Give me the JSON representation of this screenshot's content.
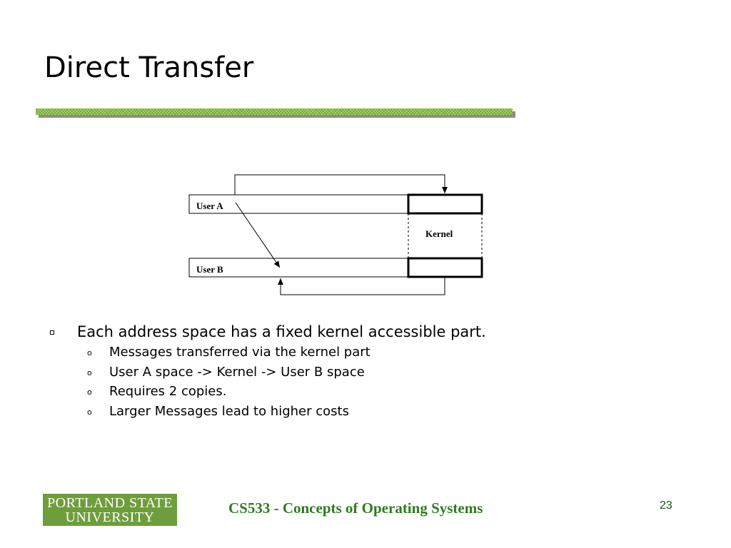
{
  "slide": {
    "title": "Direct Transfer",
    "number": "23"
  },
  "diagram": {
    "user_a_label": "User A",
    "user_b_label": "User B",
    "kernel_label": "Kernel"
  },
  "bullets": {
    "main": "Each address space has a fixed kernel accessible part.",
    "sub": [
      "Messages transferred via the kernel part",
      "User A space -> Kernel -> User B space",
      "Requires 2 copies.",
      "Larger Messages lead to higher costs"
    ]
  },
  "footer": {
    "logo_line1": "PORTLAND STATE",
    "logo_line2": "UNIVERSITY",
    "course": "CS533 - Concepts of Operating Systems"
  },
  "colors": {
    "rule_green": "#8cc43e",
    "logo_green": "#6e9e3c",
    "course_text": "#2e7d1f"
  }
}
